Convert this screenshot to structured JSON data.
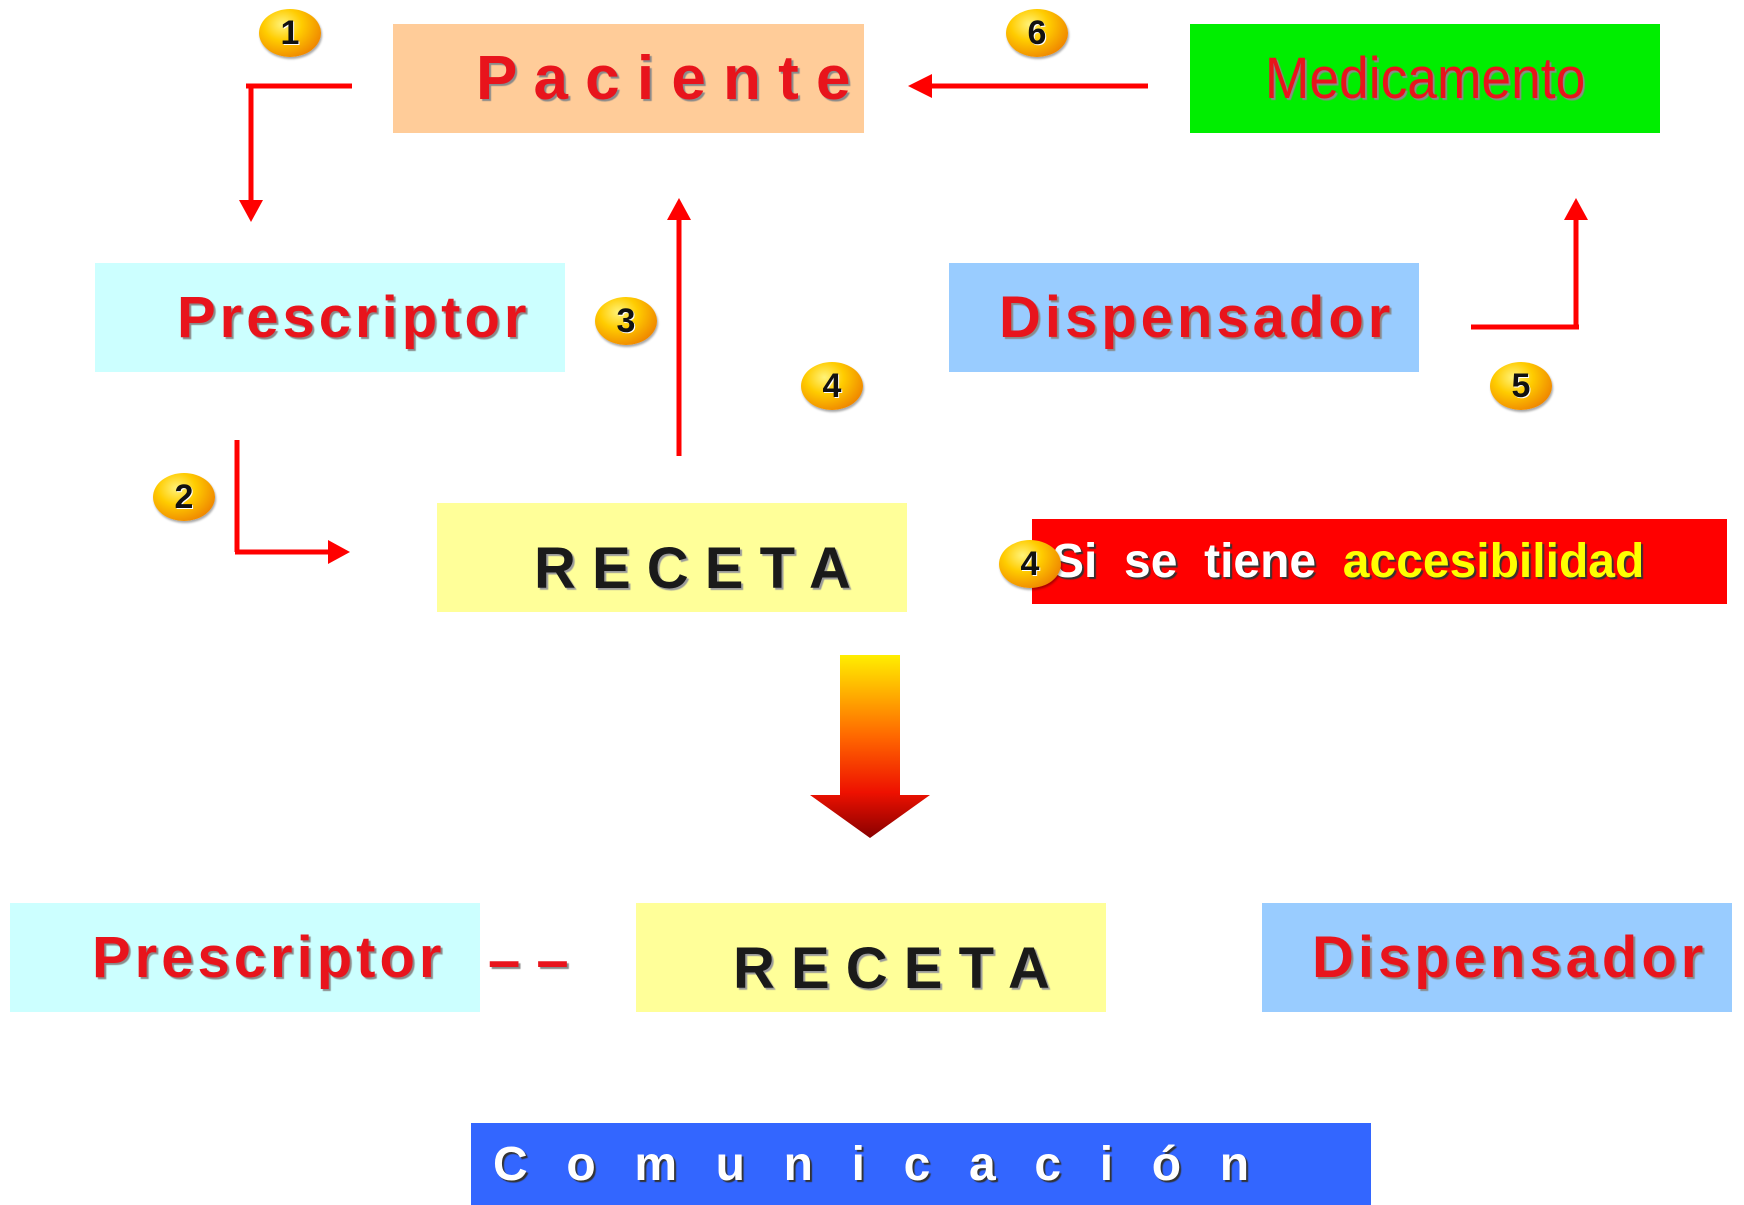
{
  "top": {
    "paciente": "P a c i e n t e",
    "medicamento": "Medicamento",
    "prescriptor": "Prescriptor",
    "dispensador": "Dispensador",
    "receta": "R E C E T A"
  },
  "note": {
    "badge": "4",
    "prefix": "Si  se  tiene  ",
    "highlight": "accesibilidad"
  },
  "steps": [
    "1",
    "2",
    "3",
    "4",
    "5",
    "6"
  ],
  "bottom": {
    "prescriptor": "Prescriptor",
    "dashes": "– –",
    "receta": "R E C E T A",
    "dispensador": "Dispensador",
    "comunicacion": "C  o  m  u  n  i  c  a  c  i  ó  n"
  },
  "colors": {
    "paciente_bg": "#ffcc99",
    "medicamento_bg": "#00ee00",
    "prescriptor_bg": "#ccffff",
    "dispensador_bg": "#99ccff",
    "receta_bg": "#ffff99",
    "note_bg": "#ff0000",
    "comunicacion_bg": "#3366ff",
    "arrow": "#ff0000"
  }
}
